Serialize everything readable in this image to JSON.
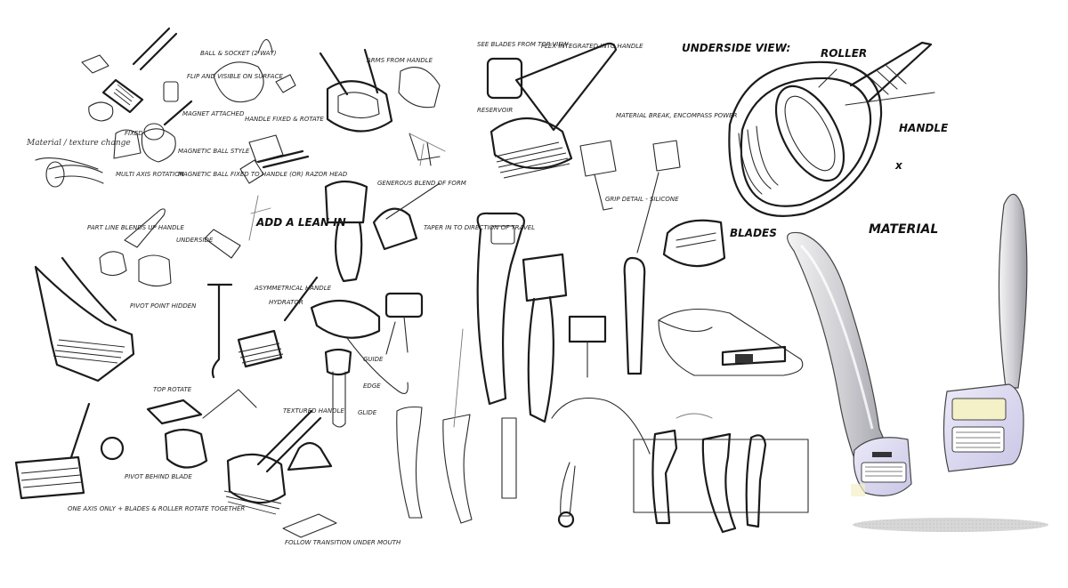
{
  "notes": {
    "material_texture": "Material / texture change",
    "ball_socket": "BALL & SOCKET (2 WAY)",
    "flip_visible": "FLIP AND VISIBLE ON SURFACE",
    "magnet_attached": "MAGNET ATTACHED",
    "handle_fixed": "HANDLE FIXED & ROTATE",
    "fixed": "FIXED",
    "magnetic_ball": "MAGNETIC BALL STYLE",
    "multi_axis": "MULTI AXIS ROTATION",
    "magnetic_ball_fixed": "MAGNETIC BALL FIXED TO HANDLE (OR) RAZOR HEAD",
    "arms_from_handle": "ARMS FROM HANDLE",
    "see_blades": "SEE BLADES FROM TOP VIEW",
    "flex_integrated": "FLEX INTEGRATED INTO HANDLE",
    "reservoir": "RESERVOIR",
    "material_break": "MATERIAL BREAK, ENCOMPASS POWER",
    "grip_silicone": "GRIP DETAIL - SILICONE",
    "part_line": "PART LINE BLENDS UP HANDLE",
    "underside": "UNDERSIDE",
    "add_lean_in": "ADD A LEAN IN",
    "generous_blend": "GENEROUS BLEND OF FORM",
    "taper": "TAPER IN TO DIRECTION OF TRAVEL",
    "pivot_point": "PIVOT POINT HIDDEN",
    "asymmetrical": "ASYMMETRICAL HANDLE",
    "hydrator": "HYDRATOR",
    "top_rotate": "TOP ROTATE",
    "textured_handle": "TEXTURED HANDLE",
    "pivot_behind": "PIVOT BEHIND BLADE",
    "one_axis": "ONE AXIS ONLY + BLADES & ROLLER ROTATE TOGETHER",
    "follow_transition": "FOLLOW TRANSITION UNDER MOUTH",
    "guide": "GUIDE",
    "edge": "EDGE",
    "glide": "GLIDE",
    "underside_view": "UNDERSIDE VIEW:",
    "roller": "ROLLER",
    "handle": "HANDLE",
    "blades": "BLADES",
    "material": "MATERIAL",
    "x_mark": "x"
  },
  "colors": {
    "ink": "#1b1b1b",
    "lavender": "#d9d6ef",
    "yellow_accent": "#f4f0c8",
    "shadow": "#bdbdbd"
  }
}
